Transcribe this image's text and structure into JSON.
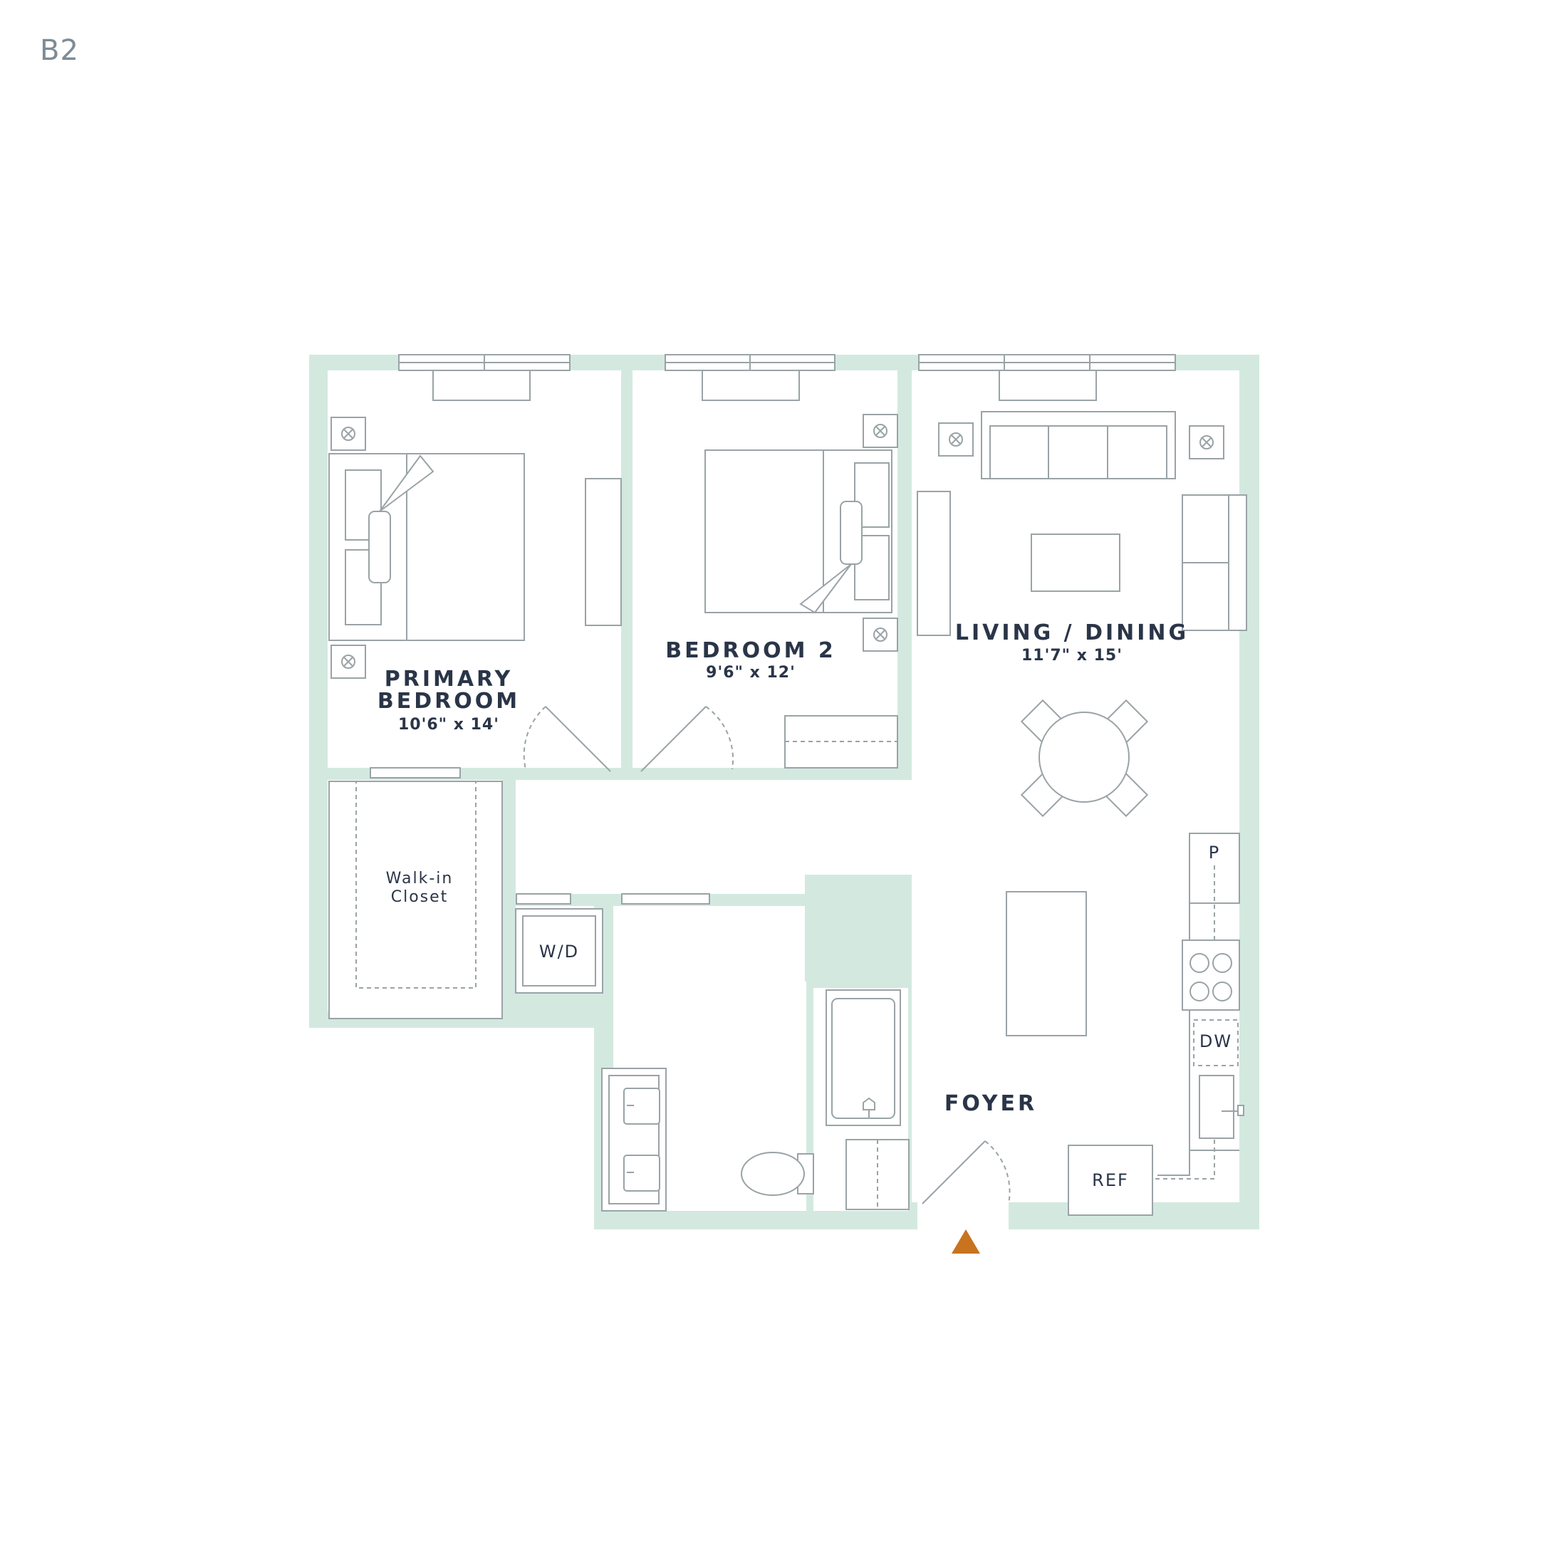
{
  "unit": {
    "name": "B2"
  },
  "rooms": {
    "primary_bedroom": {
      "name_line1": "PRIMARY",
      "name_line2": "BEDROOM",
      "dimensions": "10'6\" x 14'"
    },
    "bedroom_2": {
      "name": "BEDROOM 2",
      "dimensions": "9'6\" x 12'"
    },
    "living_dining": {
      "name": "LIVING / DINING",
      "dimensions": "11'7\" x 15'"
    },
    "walk_in_closet": {
      "name_line1": "Walk-in",
      "name_line2": "Closet"
    },
    "foyer": {
      "name": "FOYER"
    }
  },
  "fixtures": {
    "washer_dryer": "W/D",
    "pantry": "P",
    "dishwasher": "DW",
    "refrigerator": "REF"
  },
  "colors": {
    "wall": "#d3e9e0",
    "line": "#9aa3a6",
    "text": "#2a3548",
    "entry_marker": "#c8731e"
  },
  "icons": [
    "outlet-icon",
    "entry-arrow-icon",
    "stove-burner-icon",
    "toilet-icon",
    "sink-icon"
  ]
}
